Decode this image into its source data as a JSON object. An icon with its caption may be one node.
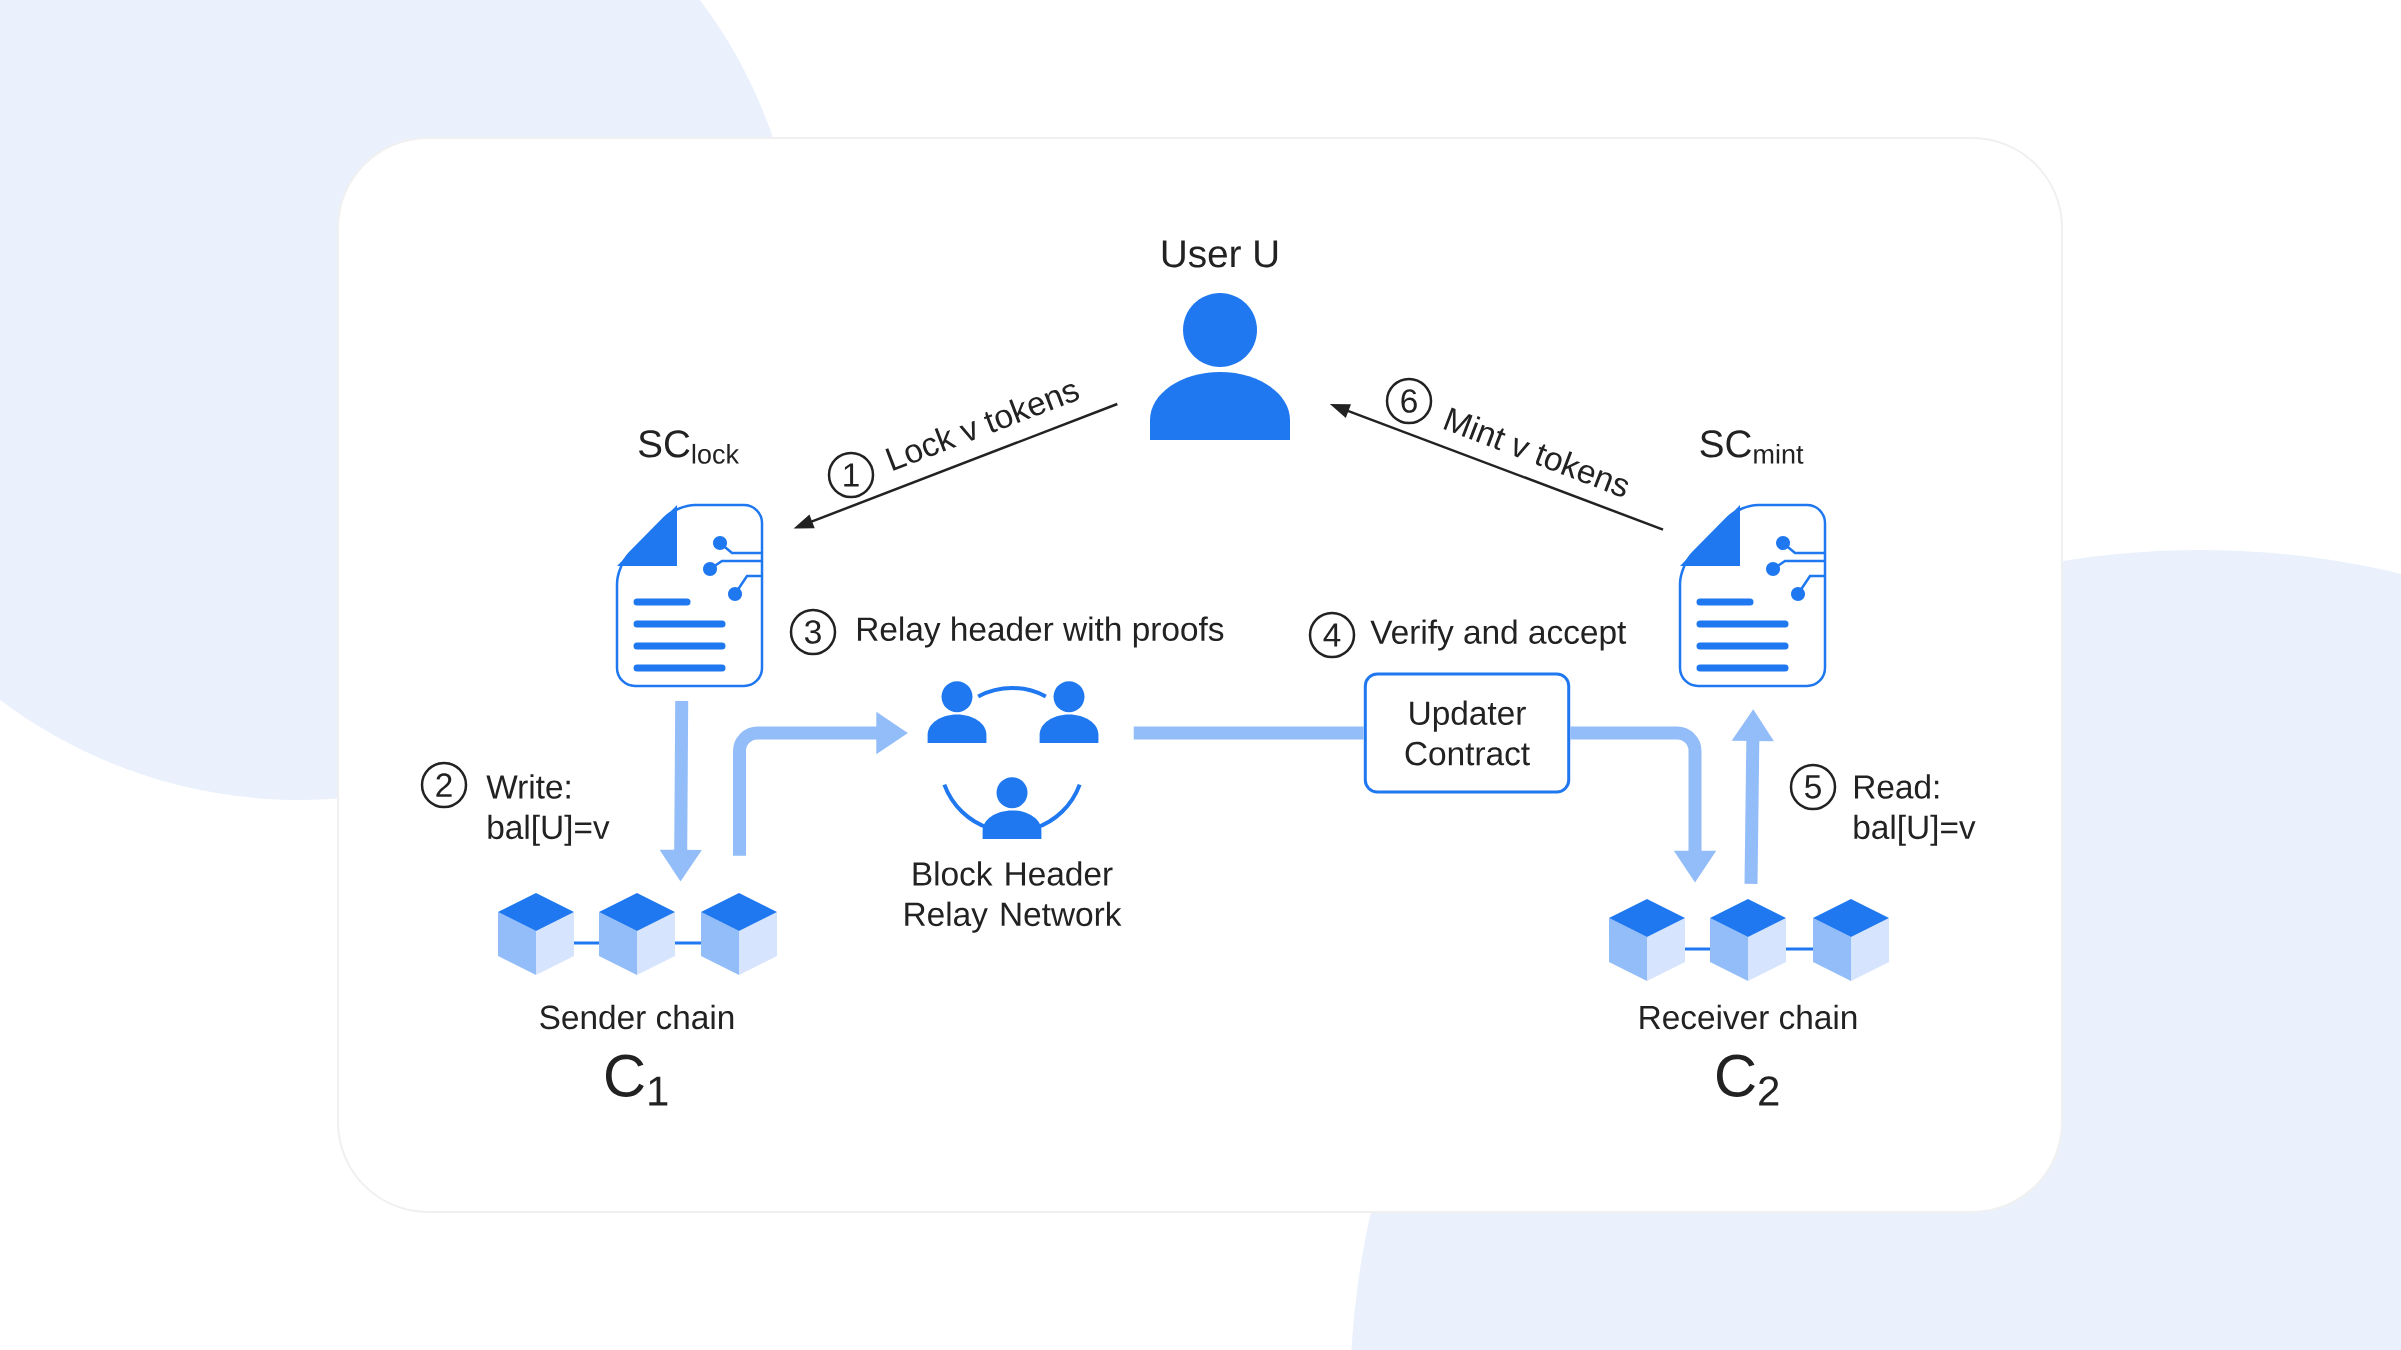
{
  "diagram": {
    "nodes": [
      {
        "text": [
          "User U"
        ]
      },
      {
        "text": [
          "SC$_{lock}$"
        ]
      },
      {
        "text": [
          "SC$_{mint}$"
        ]
      },
      {
        "text": [
          "Sender chain",
          "C$_{1}$"
        ]
      },
      {
        "text": [
          "Block Header Relay Network"
        ]
      },
      {
        "text": [
          "Updater Contract"
        ]
      },
      {
        "text": [
          "Receiver chain",
          "C$_{2}$"
        ]
      }
    ],
    "edges": [
      {
        "from": 0,
        "to": 1,
        "arrow": "to",
        "label": "Lock v tokens",
        "color": "#222222"
      },
      {
        "from": 2,
        "to": 0,
        "arrow": "to",
        "label": "Mint v tokens",
        "color": "#222222"
      },
      {
        "from": 1,
        "to": 3,
        "arrow": "to",
        "label": "Write: bal[U]=v"
      },
      {
        "from": 3,
        "to": 4,
        "arrow": "to"
      },
      {
        "from": 4,
        "to": 5,
        "arrow": "none"
      },
      {
        "from": 5,
        "to": 6,
        "arrow": "to"
      },
      {
        "from": 6,
        "to": 2,
        "arrow": "to",
        "label": "Read: bal[U]=v"
      }
    ],
    "labels": [
      "1",
      "6",
      "3",
      "Relay header with proofs",
      "4",
      "Verify and accept",
      "2",
      "5"
    ]
  }
}
